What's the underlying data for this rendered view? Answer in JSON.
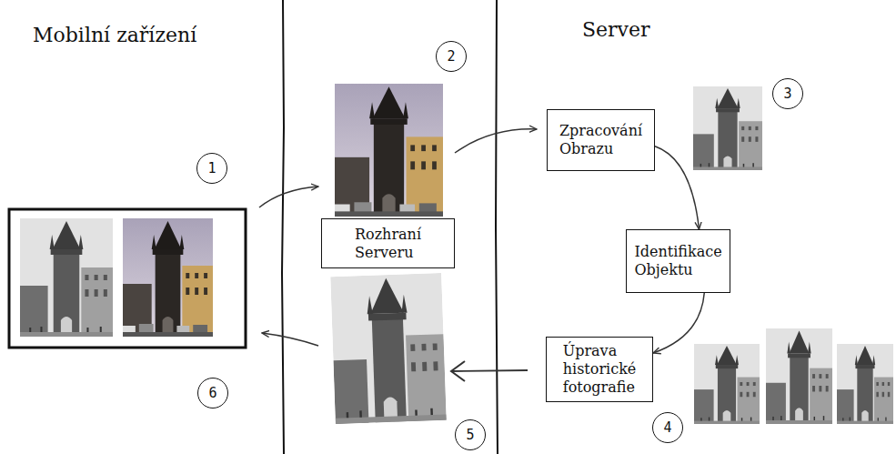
{
  "diagram": {
    "nodes": [
      {
        "text": [
          "1"
        ]
      },
      {
        "text": [
          "2"
        ]
      },
      {
        "text": [
          "Rozhraní Serveru"
        ]
      },
      {
        "text": [
          "Zpracování Obrazu"
        ]
      },
      {
        "text": [
          "3"
        ]
      },
      {
        "text": [
          "Identifikace Objektu"
        ]
      },
      {
        "text": [
          "Úprava historické fotografie"
        ]
      },
      {
        "text": [
          "4"
        ]
      },
      {
        "text": [
          "5"
        ]
      },
      {
        "text": [
          "6"
        ]
      }
    ],
    "edges": [
      {
        "from": 3,
        "to": 5,
        "arrow": "to"
      },
      {
        "from": 5,
        "to": 6,
        "arrow": "to"
      }
    ],
    "labels": [
      "Mobilní zařízení",
      "Server"
    ]
  }
}
